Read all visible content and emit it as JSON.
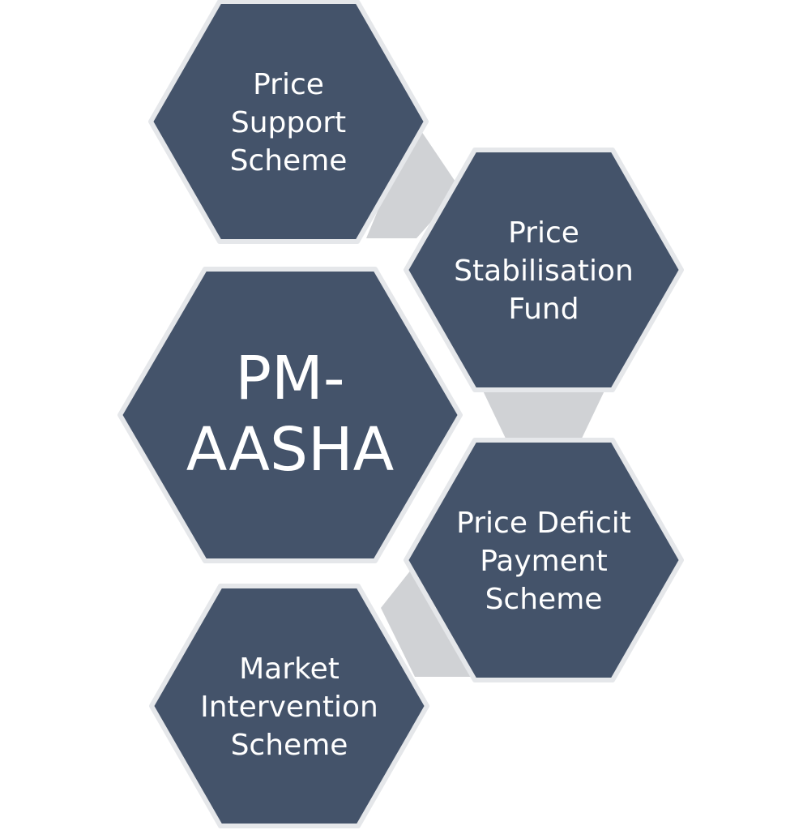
{
  "colors": {
    "hexagon_fill": "#44536a",
    "hexagon_border": "#e5e7ea",
    "connector": "#d0d2d5",
    "text": "#ffffff",
    "background": "#ffffff"
  },
  "center": {
    "lines": [
      "PM-",
      "AASHA"
    ]
  },
  "components": [
    {
      "id": "price-support-scheme",
      "lines": [
        "Price",
        "Support",
        "Scheme"
      ]
    },
    {
      "id": "price-stabilisation-fund",
      "lines": [
        "Price",
        "Stabilisation",
        "Fund"
      ]
    },
    {
      "id": "price-deficit-payment-scheme",
      "lines": [
        "Price Deficit",
        "Payment",
        "Scheme"
      ]
    },
    {
      "id": "market-intervention-scheme",
      "lines": [
        "Market",
        "Intervention",
        "Scheme"
      ]
    }
  ]
}
